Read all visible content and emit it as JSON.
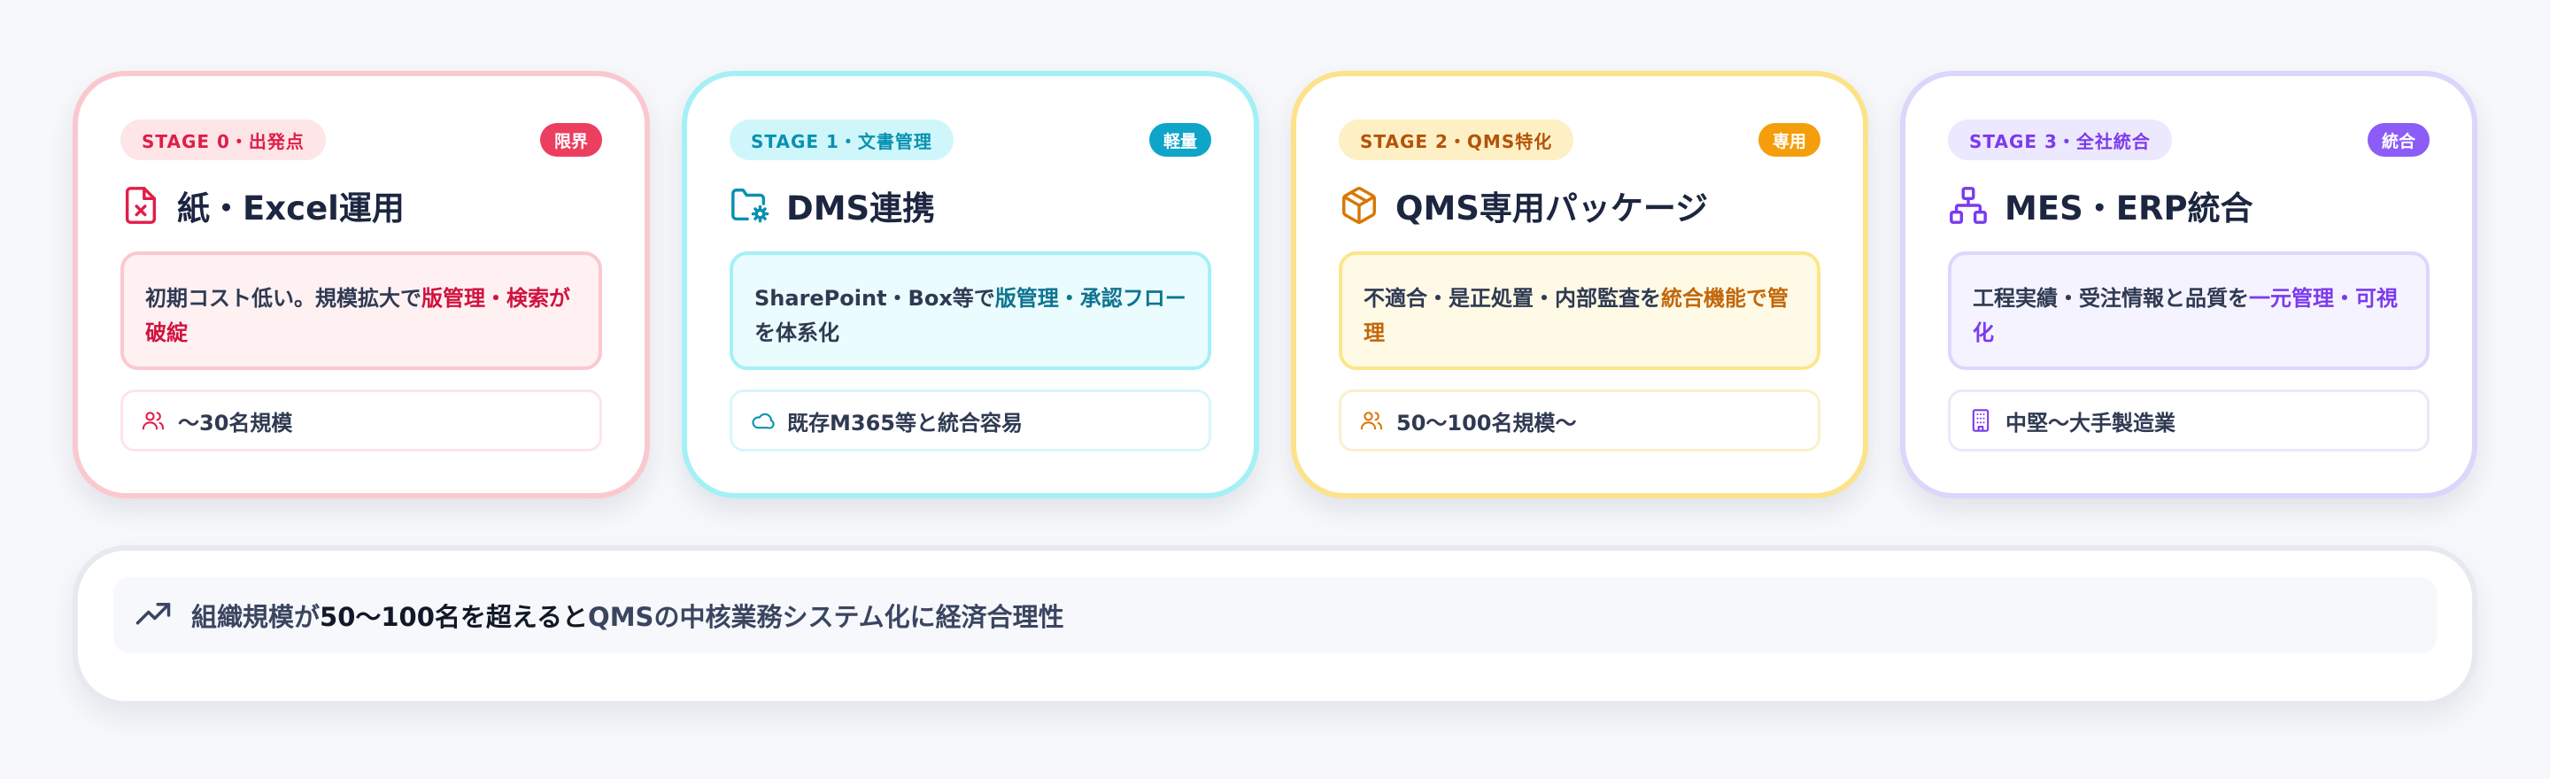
{
  "stages": [
    {
      "stage_label": "STAGE 0・出発点",
      "badge": "限界",
      "title": "紙・Excel運用",
      "title_icon": "file-x-icon",
      "desc_before": "初期コスト低い。規模拡大で",
      "desc_highlight": "版管理・検索が破綻",
      "desc_after": "",
      "meta_icon": "users-icon",
      "meta": "〜30名規模",
      "accent": "#e11d48"
    },
    {
      "stage_label": "STAGE 1・文書管理",
      "badge": "軽量",
      "title": "DMS連携",
      "title_icon": "folder-cog-icon",
      "desc_before": "SharePoint・Box等で",
      "desc_highlight": "版管理・承認フロー",
      "desc_after": "を体系化",
      "meta_icon": "cloud-icon",
      "meta": "既存M365等と統合容易",
      "accent": "#0891b2"
    },
    {
      "stage_label": "STAGE 2・QMS特化",
      "badge": "専用",
      "title": "QMS専用パッケージ",
      "title_icon": "package-icon",
      "desc_before": "不適合・是正処置・内部監査を",
      "desc_highlight": "統合機能で管理",
      "desc_after": "",
      "meta_icon": "users-icon",
      "meta": "50〜100名規模〜",
      "accent": "#d97706"
    },
    {
      "stage_label": "STAGE 3・全社統合",
      "badge": "統合",
      "title": "MES・ERP統合",
      "title_icon": "network-icon",
      "desc_before": "工程実績・受注情報と品質を",
      "desc_highlight": "一元管理・可視化",
      "desc_after": "",
      "meta_icon": "building-icon",
      "meta": "中堅〜大手製造業",
      "accent": "#7c3aed"
    }
  ],
  "summary": {
    "icon": "trending-up-icon",
    "text_before": "組織規模が",
    "text_strong": "50〜100名を超えると",
    "text_after": "QMSの中核業務システム化に経済合理性"
  }
}
